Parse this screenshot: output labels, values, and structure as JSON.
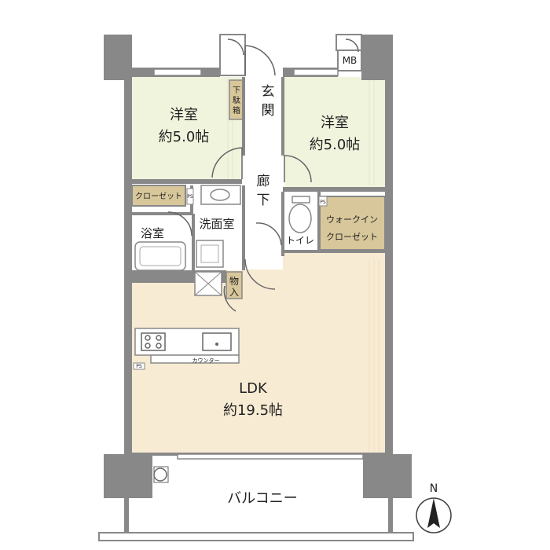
{
  "rooms": {
    "western_left": {
      "name": "洋室",
      "size": "約5.0帖"
    },
    "western_right": {
      "name": "洋室",
      "size": "約5.0帖"
    },
    "ldk": {
      "name": "LDK",
      "size": "約19.5帖"
    }
  },
  "labels": {
    "entrance_1": "玄",
    "entrance_2": "関",
    "hallway_1": "廊",
    "hallway_2": "下",
    "shoe_box_1": "下",
    "shoe_box_2": "駄",
    "shoe_box_3": "箱",
    "closet": "クローゼット",
    "walkin_1": "ウォークイン",
    "walkin_2": "クローゼット",
    "bath": "浴室",
    "washroom": "洗面室",
    "toilet": "トイレ",
    "storage_1": "物",
    "storage_2": "入",
    "counter": "カウンター",
    "balcony": "バルコニー",
    "mb": "MB",
    "ps": "PS",
    "ps_small": "PS",
    "compass": "N"
  },
  "colors": {
    "room_green": "#f1f4dd",
    "ldk_beige": "#f7ebd3",
    "closet_tan": "#d8c79a",
    "wall_gray": "#888888",
    "hall_white": "#ffffff"
  }
}
